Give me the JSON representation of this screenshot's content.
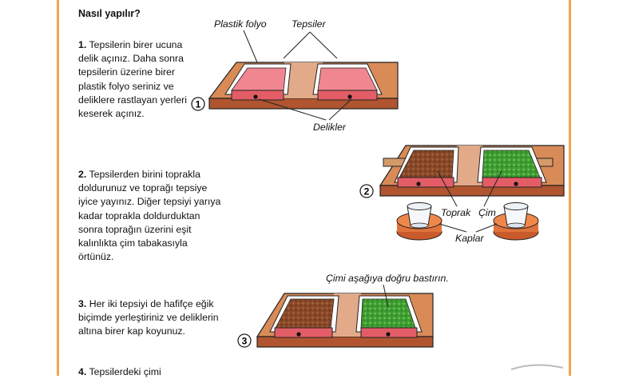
{
  "title": "Nasıl yapılır?",
  "steps": [
    {
      "num": "1.",
      "text": "Tepsilerin birer ucuna delik açınız. Daha sonra tepsilerin üzerine birer plastik folyo seriniz ve deliklere rastlayan yerleri keserek açınız."
    },
    {
      "num": "2.",
      "text": "Tepsilerden birini toprakla doldurunuz ve toprağı tepsiye iyice yayınız. Diğer tepsiyi yarıya kadar toprakla doldurduktan sonra toprağın üzerini eşit kalınlıkta çim tabakasıyla örtünüz."
    },
    {
      "num": "3.",
      "text": "Her iki tepsiyi de hafifçe eğik biçimde yerleştiriniz ve deliklerin altına birer kap koyunuz."
    },
    {
      "num": "4.",
      "text": "Tepsilerdeki çimi"
    }
  ],
  "labels": {
    "plastik_folyo": "Plastik folyo",
    "tepsiler": "Tepsiler",
    "delikler": "Delikler",
    "toprak": "Toprak",
    "cim": "Çim",
    "kaplar": "Kaplar",
    "bastirin": "Çimi aşağıya doğru bastırın."
  },
  "figure_numbers": [
    "1",
    "2",
    "3"
  ],
  "colors": {
    "accent_rule": "#f2a64a",
    "board": "#c0673f",
    "tray_pink": "#ee8a8f",
    "soil": "#8a4a2a",
    "grass": "#4aa83a"
  }
}
